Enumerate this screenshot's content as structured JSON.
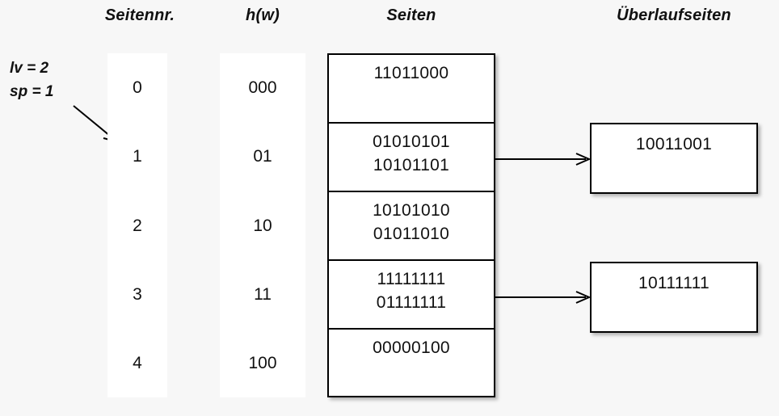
{
  "headers": {
    "seitennr": "Seitennr.",
    "hw": "h(w)",
    "seiten": "Seiten",
    "ueberlaufseiten": "Überlaufseiten"
  },
  "params": {
    "lv": "lv = 2",
    "sp": "sp = 1"
  },
  "rows": [
    {
      "seitennr": "0",
      "hw": "000",
      "records": [
        "11011000"
      ]
    },
    {
      "seitennr": "1",
      "hw": "01",
      "records": [
        "01010101",
        "10101101"
      ]
    },
    {
      "seitennr": "2",
      "hw": "10",
      "records": [
        "10101010",
        "01011010"
      ]
    },
    {
      "seitennr": "3",
      "hw": "11",
      "records": [
        "11111111",
        "01111111"
      ]
    },
    {
      "seitennr": "4",
      "hw": "100",
      "records": [
        "00000100"
      ]
    }
  ],
  "overflow_pages": [
    {
      "record": "10011001",
      "from_row": 1
    },
    {
      "record": "10111111",
      "from_row": 3
    }
  ],
  "colors": {
    "background": "#f7f7f7",
    "page": "#ffffff",
    "stroke": "#000000",
    "text": "#111111"
  }
}
